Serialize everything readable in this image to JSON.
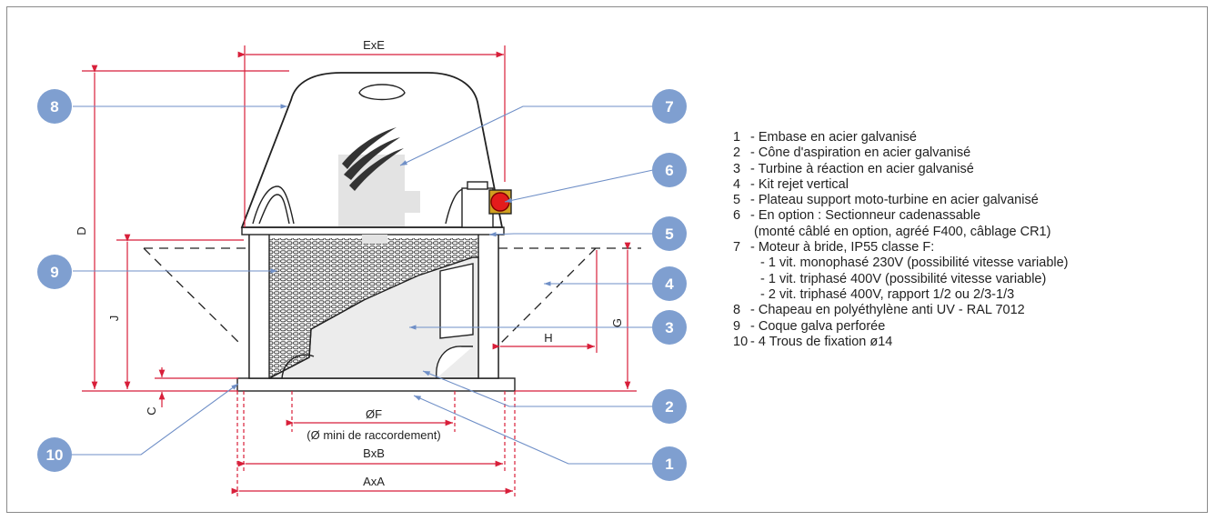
{
  "dimensions": {
    "ExE": "ExE",
    "D": "D",
    "J": "J",
    "C": "C",
    "G": "G",
    "H": "H",
    "OF": "ØF",
    "OF_note": "(Ø mini de raccordement)",
    "BxB": "BxB",
    "AxA": "AxA"
  },
  "badges": [
    "1",
    "2",
    "3",
    "4",
    "5",
    "6",
    "7",
    "8",
    "9",
    "10"
  ],
  "colors": {
    "badge": "#7f9fd0",
    "leader": "#6f8fc7",
    "dimension": "#d81f3a",
    "casing": "#ebebeb",
    "stroke": "#222222"
  },
  "legend": [
    {
      "num": "1",
      "text": "- Embase en acier galvanisé"
    },
    {
      "num": "2",
      "text": "- Cône d'aspiration en acier galvanisé"
    },
    {
      "num": "3",
      "text": "- Turbine à réaction en acier galvanisé"
    },
    {
      "num": "4",
      "text": "- Kit rejet vertical"
    },
    {
      "num": "5",
      "text": "- Plateau support moto-turbine en acier galvanisé"
    },
    {
      "num": "6",
      "text": "- En option : Sectionneur cadenassable"
    },
    {
      "sub": "(monté câblé en option, agréé F400, câblage CR1)"
    },
    {
      "num": "7",
      "text": "- Moteur à bride, IP55 classe F:"
    },
    {
      "sub2": "- 1 vit. monophasé 230V (possibilité vitesse variable)"
    },
    {
      "sub2": "- 1 vit. triphasé 400V (possibilité vitesse variable)"
    },
    {
      "sub2": "- 2 vit. triphasé 400V, rapport 1/2 ou 2/3-1/3"
    },
    {
      "num": "8",
      "text": "- Chapeau en polyéthylène anti UV - RAL 7012"
    },
    {
      "num": "9",
      "text": "- Coque galva perforée"
    },
    {
      "num": "10",
      "text": "- 4 Trous de fixation ø14"
    }
  ]
}
